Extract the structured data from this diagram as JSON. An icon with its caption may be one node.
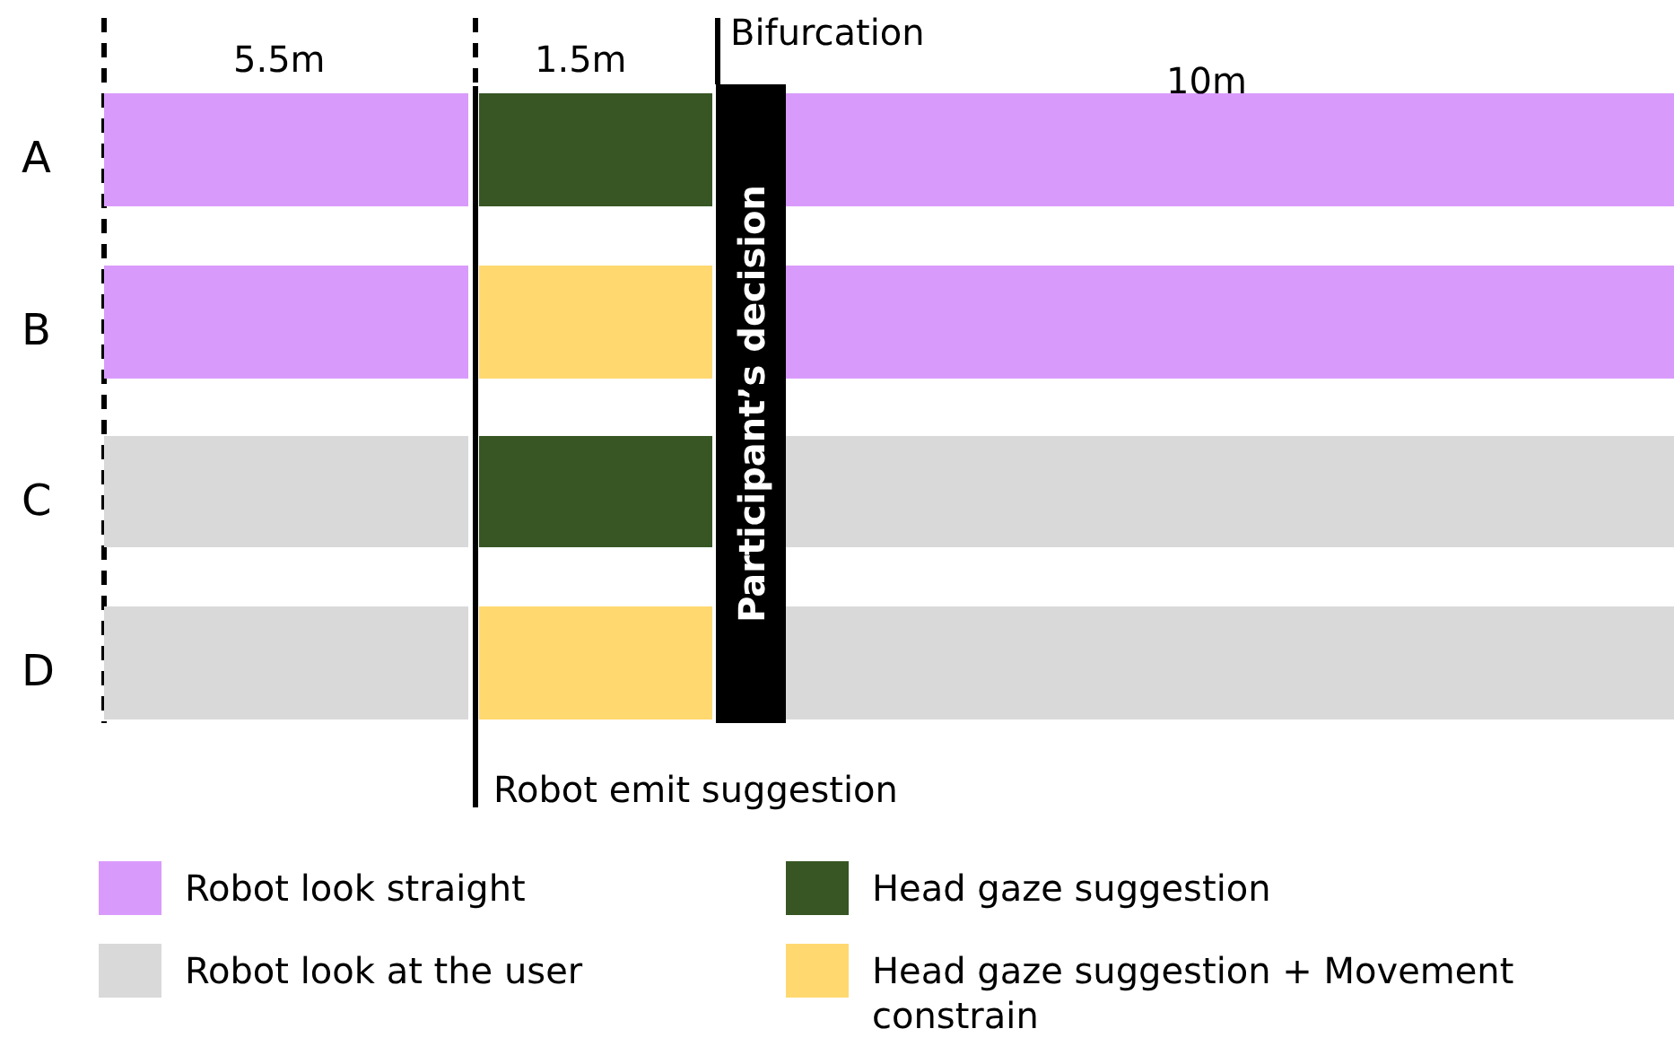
{
  "diagram": {
    "nodes": [
      {
        "text": [],
        "shape": "bar"
      },
      {
        "text": [],
        "shape": "bar"
      },
      {
        "text": [],
        "shape": "bar"
      },
      {
        "text": [],
        "shape": "bar"
      },
      {
        "text": [],
        "shape": "bar"
      },
      {
        "text": [],
        "shape": "bar"
      },
      {
        "text": [],
        "shape": "bar"
      },
      {
        "text": [],
        "shape": "bar"
      },
      {
        "text": [],
        "shape": "bar"
      },
      {
        "text": [],
        "shape": "bar"
      },
      {
        "text": [],
        "shape": "bar"
      },
      {
        "text": [],
        "shape": "bar"
      },
      {
        "text": [
          "Participant’s decision"
        ]
      }
    ],
    "labels": [
      "5.5m",
      "1.5m",
      "Bifurcation",
      "10m",
      "A",
      "B",
      "C",
      "D",
      "Robot emit suggestion"
    ],
    "legend": [
      {
        "text": "Robot look straight",
        "color": "#d99bfb"
      },
      {
        "text": "Robot look at the user",
        "color": "#d9d9d9"
      },
      {
        "text": "Head gaze suggestion",
        "color": "#375623"
      },
      {
        "text": "Head gaze suggestion + Movement constrain",
        "color": "#ffd86f"
      }
    ]
  }
}
